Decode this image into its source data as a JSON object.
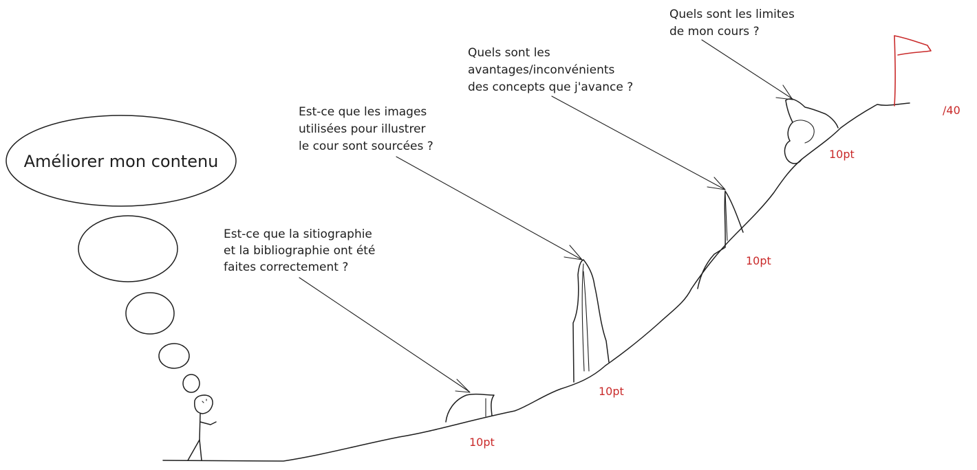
{
  "thought": {
    "title": "Améliorer mon contenu"
  },
  "questions": [
    {
      "lines": [
        "Est-ce que la sitiographie",
        "et la bibliographie ont été",
        "faites correctement ?"
      ]
    },
    {
      "lines": [
        "Est-ce que les images",
        "utilisées pour illustrer",
        "le cour sont sourcées ?"
      ]
    },
    {
      "lines": [
        "Quels sont les",
        "avantages/inconvénients",
        "des concepts que j'avance ?"
      ]
    },
    {
      "lines": [
        "Quels sont les limites",
        "de mon cours ?"
      ]
    }
  ],
  "points": [
    {
      "label": "10pt"
    },
    {
      "label": "10pt"
    },
    {
      "label": "10pt"
    },
    {
      "label": "10pt"
    }
  ],
  "total": "/40",
  "colors": {
    "ink": "#1e1e1e",
    "accent": "#c92a2a"
  }
}
